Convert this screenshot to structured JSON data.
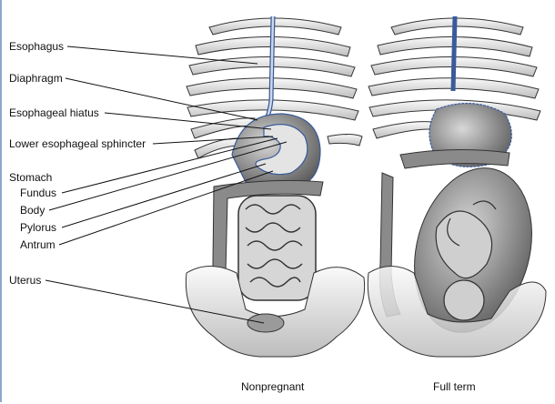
{
  "labels": {
    "esophagus": "Esophagus",
    "diaphragm": "Diaphragm",
    "esophageal_hiatus": "Esophageal hiatus",
    "les": "Lower esophageal sphincter",
    "stomach": "Stomach",
    "fundus": "Fundus",
    "body": "Body",
    "pylorus": "Pylorus",
    "antrum": "Antrum",
    "uterus": "Uterus"
  },
  "captions": {
    "nonpregnant": "Nonpregnant",
    "full_term": "Full term"
  },
  "colors": {
    "outline_blue": "#3a5a9a",
    "border": "#8fa6cc"
  }
}
